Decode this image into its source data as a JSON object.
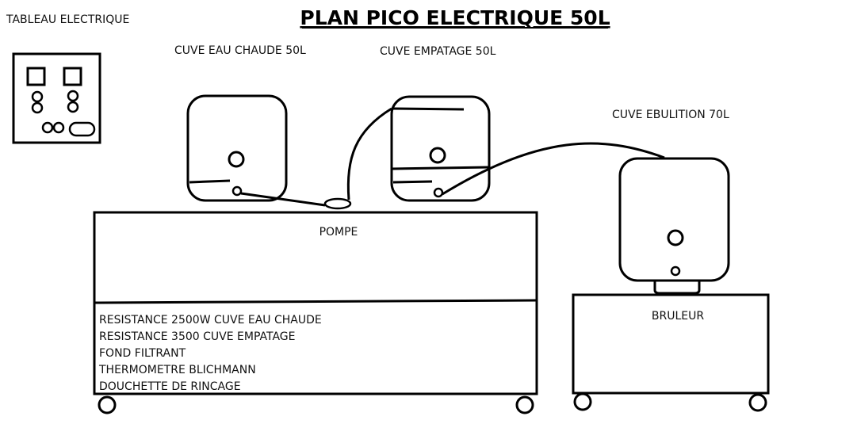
{
  "title": "PLAN PICO ELECTRIQUE 50L",
  "labels": {
    "panel": "TABLEAU ELECTRIQUE",
    "hot_water_tank": "CUVE EAU CHAUDE 50L",
    "mash_tank": "CUVE EMPATAGE 50L",
    "boil_tank": "CUVE EBULITION 70L",
    "pump": "POMPE",
    "burner": "BRULEUR"
  },
  "equipment_list": [
    "RESISTANCE 2500W CUVE EAU CHAUDE",
    "RESISTANCE 3500 CUVE EMPATAGE",
    "FOND FILTRANT",
    "THERMOMETRE BLICHMANN",
    "DOUCHETTE DE RINCAGE"
  ],
  "colors": {
    "line": "#000000",
    "text": "#111111",
    "background": "#ffffff"
  }
}
